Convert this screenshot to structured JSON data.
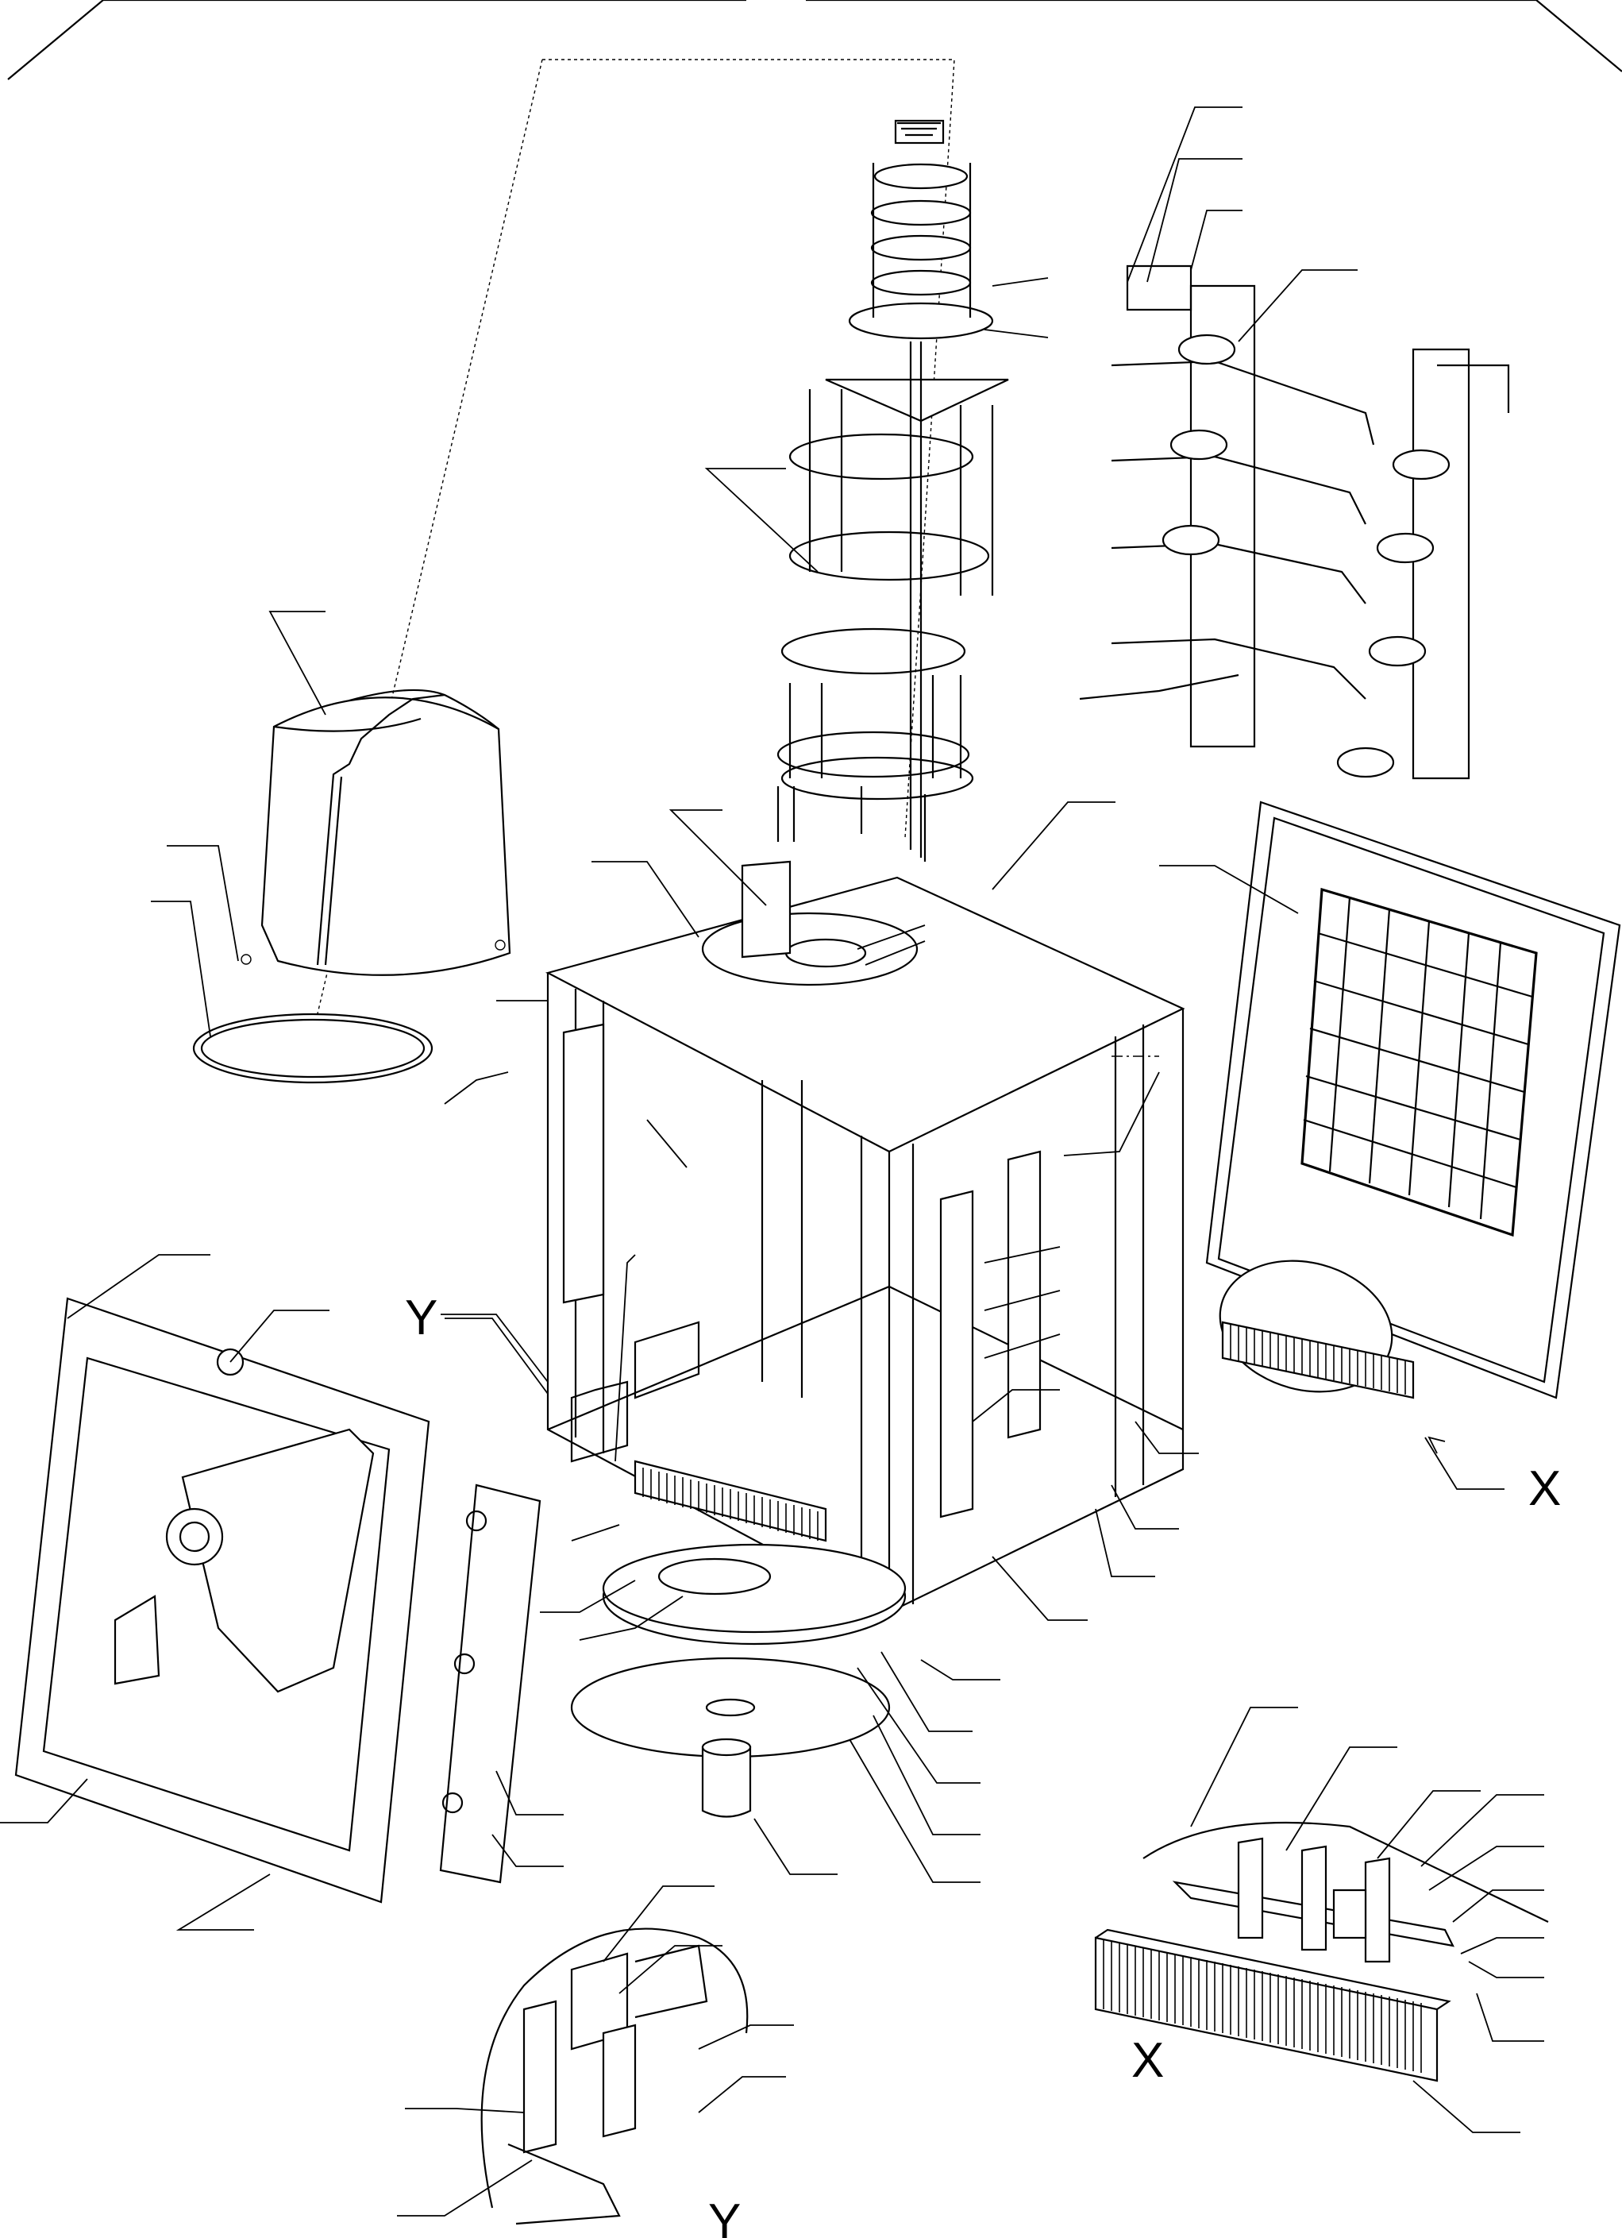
{
  "detail_labels": {
    "y_callout": "Y",
    "x_callout": "X",
    "x_detail_title": "X",
    "y_detail_title": "Y"
  }
}
